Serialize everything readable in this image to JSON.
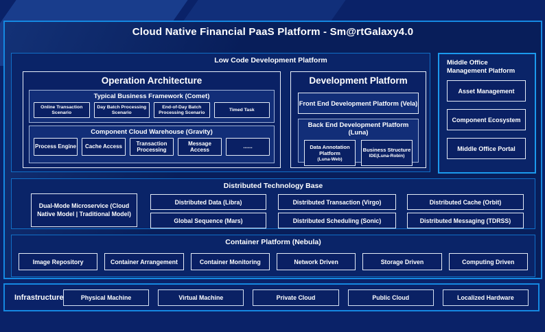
{
  "title": "Cloud Native Financial PaaS Platform - Sm@rtGalaxy4.0",
  "colors": {
    "background": "#0A2268",
    "outer_border": "#1589E2",
    "section_border": "#1170C8",
    "highlight_border": "#1B9AEE",
    "box_border": "#E6EDF8",
    "subpanel_border": "#9FB2D6",
    "text": "#FFFFFF"
  },
  "low_code": {
    "title": "Low Code Development Platform",
    "operation_architecture": {
      "title": "Operation Architecture",
      "comet": {
        "title": "Typical Business Framework (Comet)",
        "items": [
          "Online Transaction Scenario",
          "Day Batch Processing Scenario",
          "End-of-Day Batch Processing Scenario",
          "Timed Task"
        ]
      },
      "gravity": {
        "title": "Component Cloud Warehouse (Gravity)",
        "items": [
          "Process Engine",
          "Cache Access",
          "Transaction Processing",
          "Message Access",
          "......"
        ]
      }
    },
    "development_platform": {
      "title": "Development Platform",
      "front_end": "Front End Development Platform (Vela)",
      "back_end": {
        "title": "Back End Development Platform (Luna)",
        "items": [
          {
            "name": "Data Annotation Platform",
            "sub": "(Luna-Web)"
          },
          {
            "name": "Business Structure",
            "sub": "IDE(Luna-Robin)"
          }
        ]
      }
    }
  },
  "middle_office": {
    "title": "Middle Office Management Platform",
    "items": [
      "Asset Management",
      "Component Ecosystem",
      "Middle Office Portal"
    ]
  },
  "distributed": {
    "title": "Distributed Technology Base",
    "dual_mode": "Dual-Mode Microservice (Cloud Native Model | Traditional Model)",
    "grid": [
      "Distributed Data (Libra)",
      "Distributed Transaction (Virgo)",
      "Distributed Cache (Orbit)",
      "Global Sequence (Mars)",
      "Distributed Scheduling (Sonic)",
      "Distributed Messaging (TDRSS)"
    ]
  },
  "container_platform": {
    "title": "Container Platform (Nebula)",
    "items": [
      "Image Repository",
      "Container Arrangement",
      "Container Monitoring",
      "Network Driven",
      "Storage Driven",
      "Computing Driven"
    ]
  },
  "infrastructure": {
    "label": "Infrastructure",
    "items": [
      "Physical Machine",
      "Virtual Machine",
      "Private Cloud",
      "Public Cloud",
      "Localized Hardware"
    ]
  }
}
